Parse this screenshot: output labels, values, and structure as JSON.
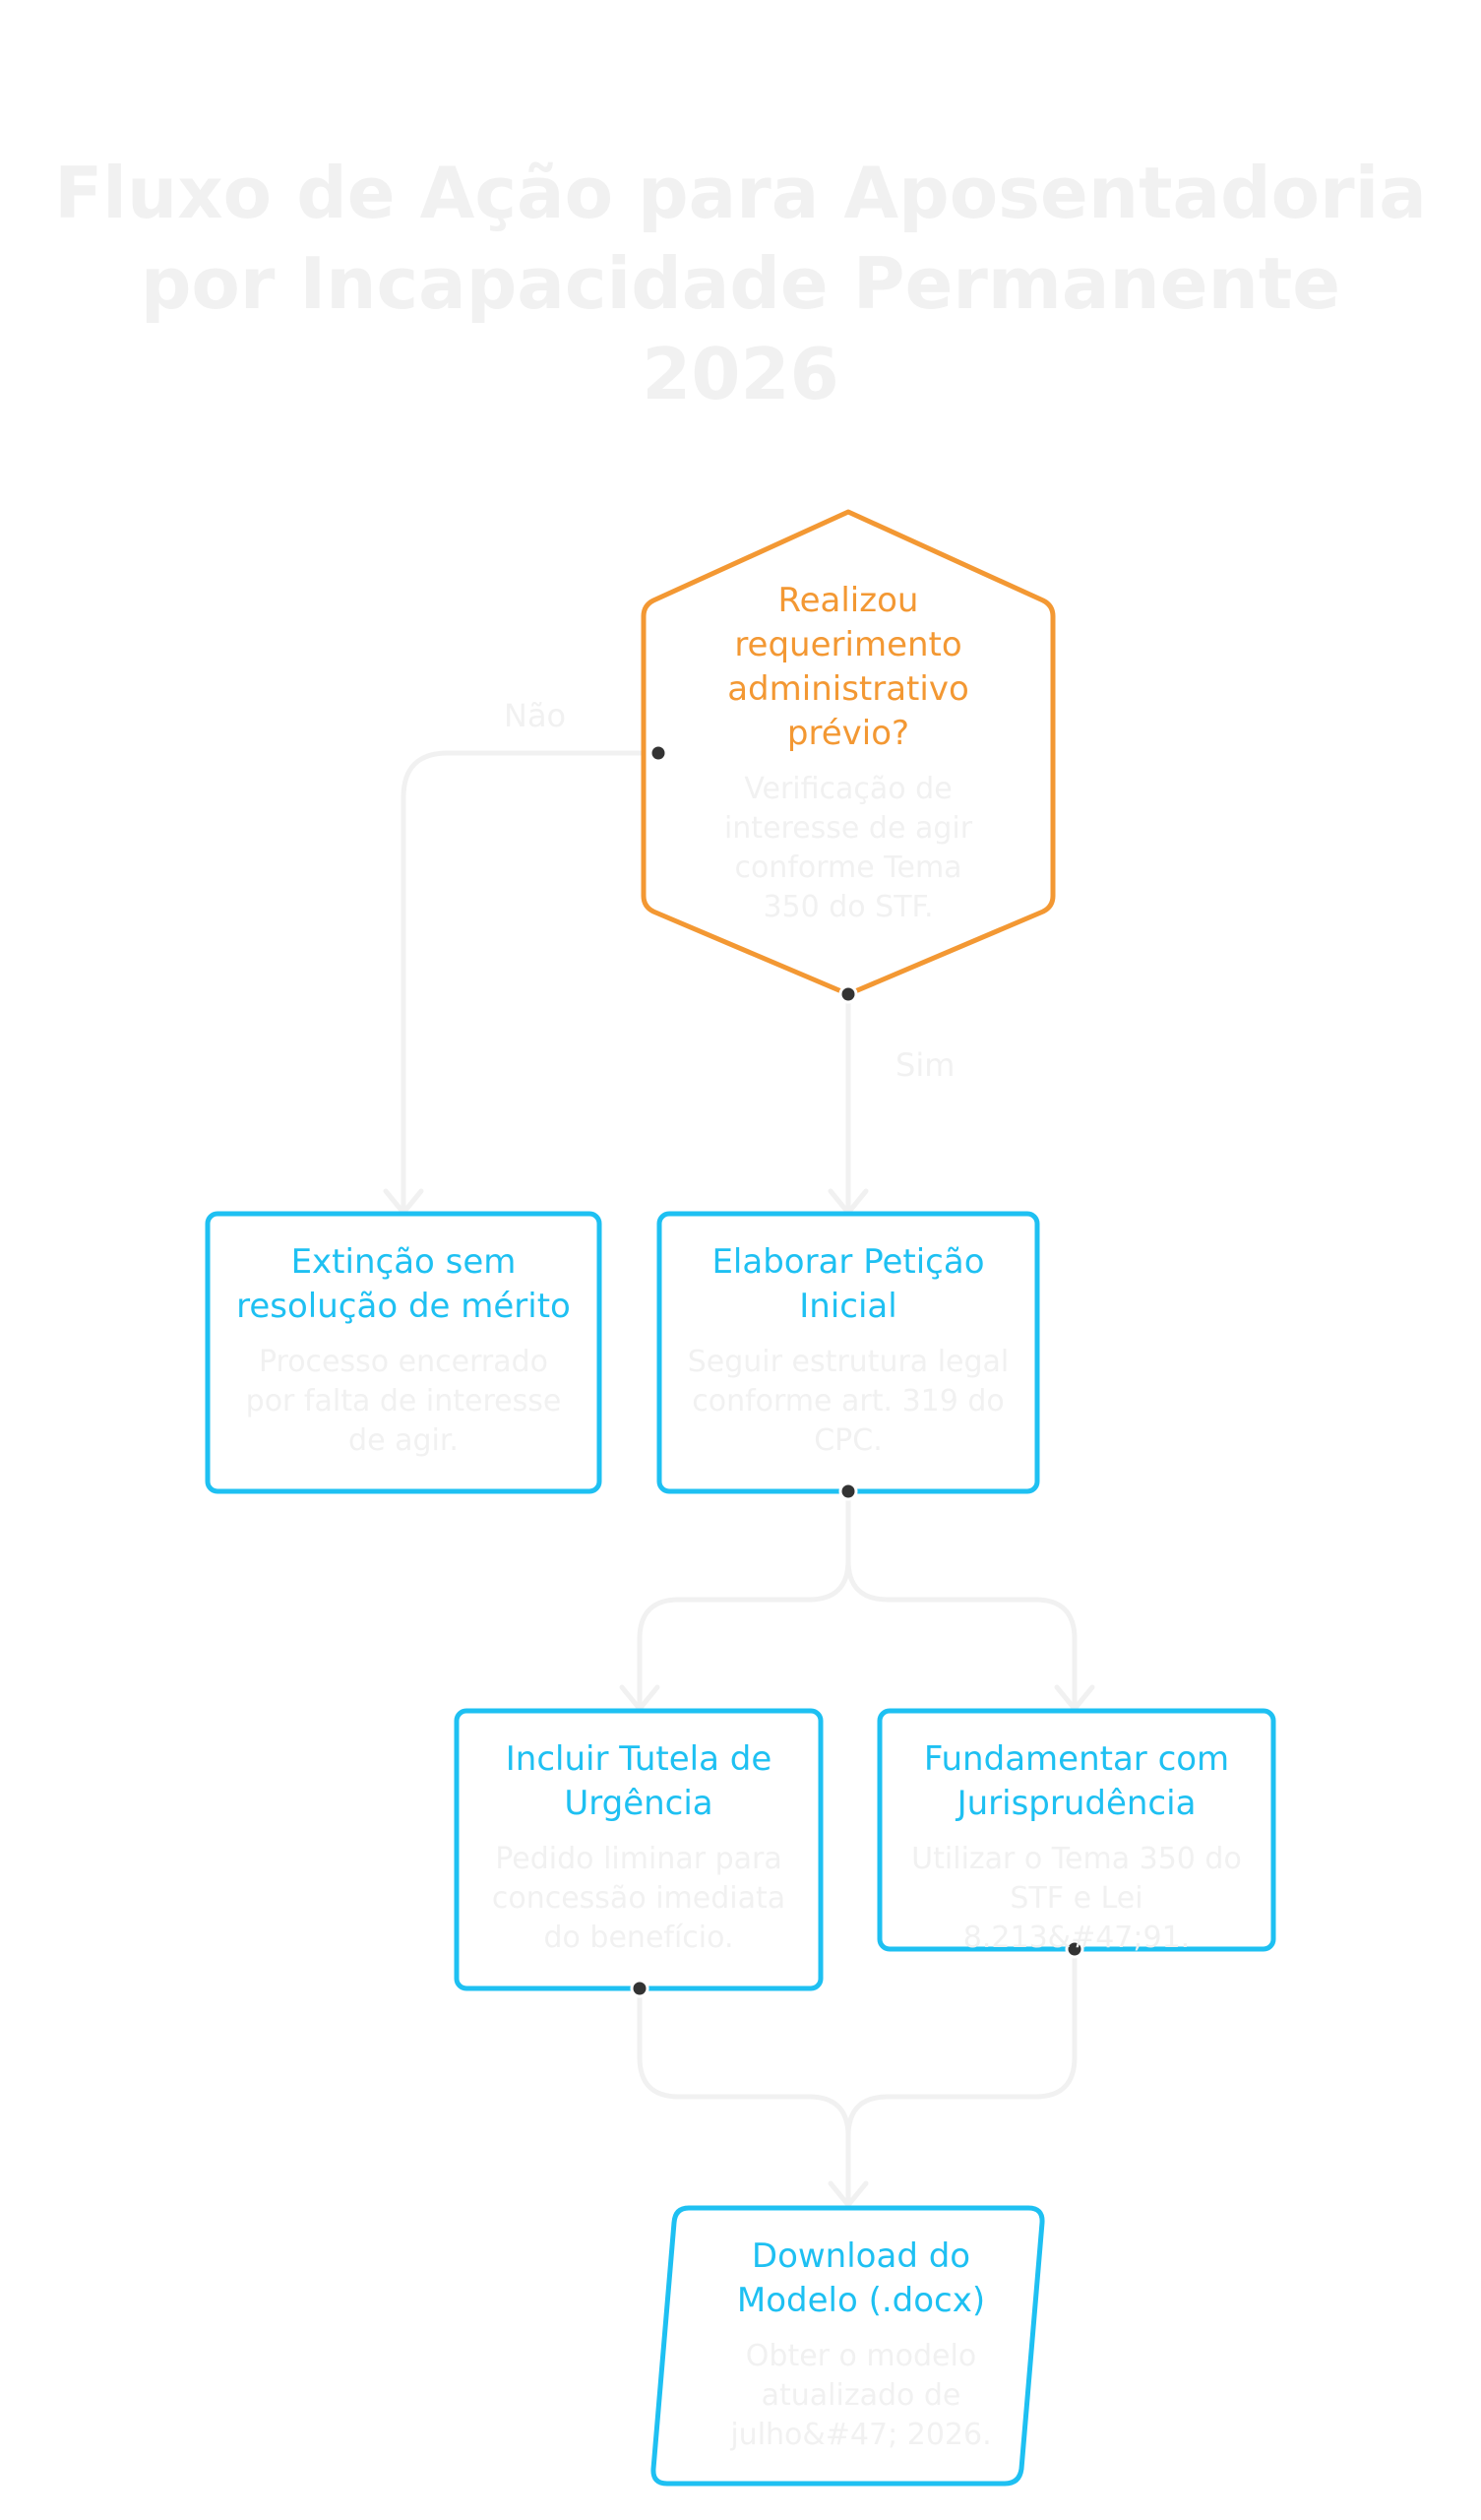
{
  "title": "Fluxo de Ação para Aposentadoria por Incapacidade Permanente 2026",
  "colors": {
    "process": "#1ec0f2",
    "decision": "#f39833",
    "connector": "#f1f1f1",
    "muted_text": "#f1f1f1",
    "dot": "#333333"
  },
  "nodes": {
    "decision": {
      "shape": "hexagon",
      "title": "Realizou requerimento administrativo prévio?",
      "desc": "Verificação de interesse de agir conforme Tema 350 do STF."
    },
    "extincao": {
      "shape": "rectangle",
      "title": "Extinção sem resolução de mérito",
      "desc": "Processo encerrado por falta de interesse de agir."
    },
    "peticao": {
      "shape": "rectangle",
      "title": "Elaborar Petição Inicial",
      "desc": "Seguir estrutura legal conforme art. 319 do CPC."
    },
    "tutela": {
      "shape": "rectangle",
      "title": "Incluir Tutela de Urgência",
      "desc": "Pedido liminar para concessão imediata do benefício."
    },
    "jurisprudencia": {
      "shape": "rectangle",
      "title": "Fundamentar com Jurisprudência",
      "desc": "Utilizar o Tema 350 do STF e Lei 8.213&#47;91."
    },
    "download": {
      "shape": "parallelogram",
      "title": "Download do Modelo (.docx)",
      "desc": "Obter o modelo atualizado de julho&#47; 2026."
    }
  },
  "edges": {
    "nao_label": "Não",
    "sim_label": "Sim"
  }
}
